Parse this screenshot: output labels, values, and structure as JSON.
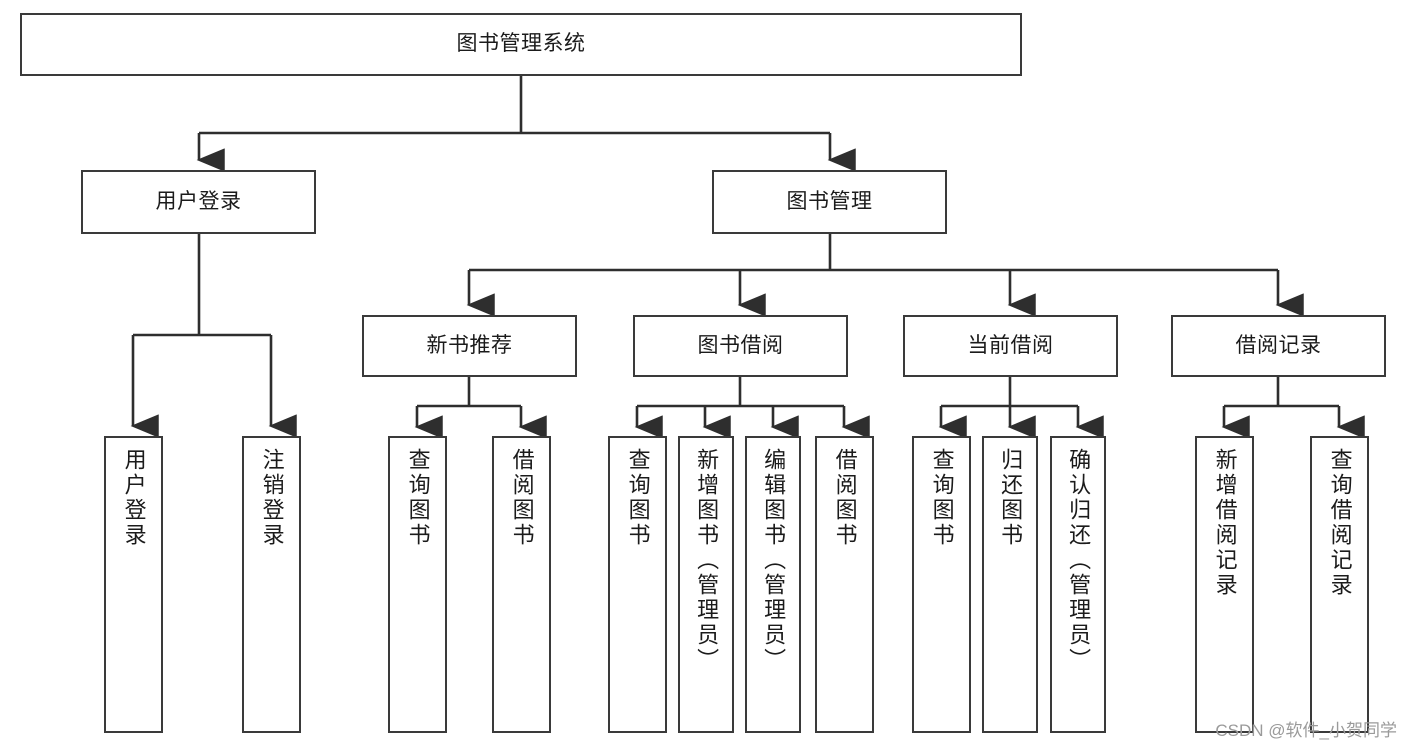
{
  "diagram": {
    "type": "tree",
    "title": "图书管理系统",
    "watermark": "CSDN @软件_小贺同学",
    "colors": {
      "box_border": "#3a3a3a",
      "box_fill": "#ffffff",
      "edge": "#2e2e2e",
      "text": "#1b1b1b",
      "watermark": "#9a9a9a",
      "background": "#ffffff"
    },
    "root": {
      "label": "图书管理系统"
    },
    "level2": [
      {
        "label": "用户登录"
      },
      {
        "label": "图书管理"
      }
    ],
    "level3": [
      {
        "label": "新书推荐"
      },
      {
        "label": "图书借阅"
      },
      {
        "label": "当前借阅"
      },
      {
        "label": "借阅记录"
      }
    ],
    "leaves": {
      "user_login": [
        {
          "label": "用户登录"
        },
        {
          "label": "注销登录"
        }
      ],
      "new_book_rec": [
        {
          "label": "查询图书"
        },
        {
          "label": "借阅图书"
        }
      ],
      "book_borrow": [
        {
          "label": "查询图书"
        },
        {
          "label": "新增图书（管理员）"
        },
        {
          "label": "编辑图书（管理员）"
        },
        {
          "label": "借阅图书"
        }
      ],
      "current_borrow": [
        {
          "label": "查询图书"
        },
        {
          "label": "归还图书"
        },
        {
          "label": "确认归还（管理员）"
        }
      ],
      "borrow_record": [
        {
          "label": "新增借阅记录"
        },
        {
          "label": "查询借阅记录"
        }
      ]
    }
  }
}
